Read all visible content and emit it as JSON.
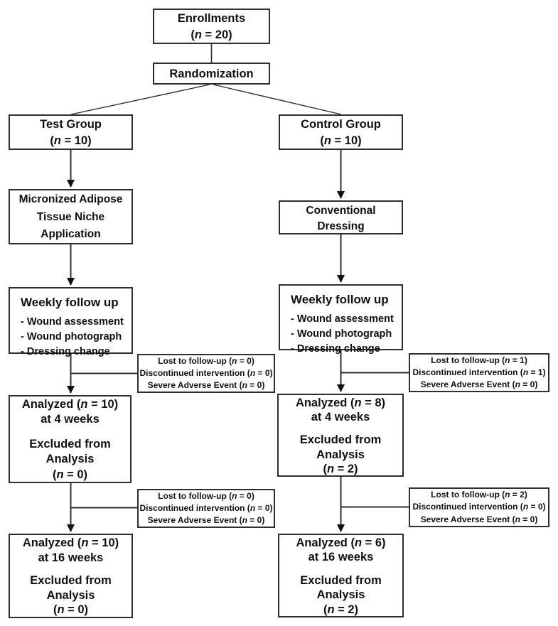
{
  "diagram": {
    "title": "CONSORT participant flow diagram",
    "enrollments": {
      "lines": [
        "Enrollments",
        "(*n* = 20)"
      ]
    },
    "randomization": {
      "label": "Randomization"
    },
    "test": {
      "group": {
        "lines": [
          "Test Group",
          "(*n* = 10)"
        ]
      },
      "intervention": {
        "lines": [
          "Micronized Adipose",
          "Tissue Niche",
          "Application"
        ]
      },
      "followup": {
        "title": "Weekly follow up",
        "items": [
          "- Wound assessment",
          "- Wound photograph",
          "- Dressing change"
        ]
      },
      "dropout_4w": {
        "lines": [
          "Lost to follow-up (*n* = 0)",
          "Discontinued intervention (*n* = 0)",
          "Severe Adverse Event (*n* = 0)"
        ]
      },
      "analyzed_4w": {
        "lines": [
          "Analyzed (*n* = 10)",
          "at 4 weeks",
          "",
          "Excluded from",
          "Analysis",
          "(*n* = 0)"
        ]
      },
      "dropout_16w": {
        "lines": [
          "Lost to follow-up (*n* = 0)",
          "Discontinued intervention (*n* = 0)",
          "Severe Adverse Event (*n* = 0)"
        ]
      },
      "analyzed_16w": {
        "lines": [
          "Analyzed (*n* = 10)",
          "at 16 weeks",
          "",
          "Excluded from",
          "Analysis",
          "(*n* = 0)"
        ]
      }
    },
    "control": {
      "group": {
        "lines": [
          "Control Group",
          "(*n* = 10)"
        ]
      },
      "intervention": {
        "lines": [
          "Conventional",
          "Dressing"
        ]
      },
      "followup": {
        "title": "Weekly follow up",
        "items": [
          "- Wound assessment",
          "- Wound photograph",
          "- Dressing change"
        ]
      },
      "dropout_4w": {
        "lines": [
          "Lost to follow-up (*n* = 1)",
          "Discontinued intervention (*n* = 1)",
          "Severe Adverse Event (*n* = 0)"
        ]
      },
      "analyzed_4w": {
        "lines": [
          "Analyzed (*n* = 8)",
          "at 4 weeks",
          "",
          "Excluded from",
          "Analysis",
          "(*n* = 2)"
        ]
      },
      "dropout_16w": {
        "lines": [
          "Lost to follow-up (*n* = 2)",
          "Discontinued intervention (*n* = 0)",
          "Severe Adverse Event (*n* = 0)"
        ]
      },
      "analyzed_16w": {
        "lines": [
          "Analyzed (*n* = 6)",
          "at 16 weeks",
          "",
          "Excluded from",
          "Analysis",
          "(*n* = 2)"
        ]
      }
    },
    "colors": {
      "line": "#2e2e2e",
      "text": "#111111",
      "background": "#ffffff"
    }
  }
}
